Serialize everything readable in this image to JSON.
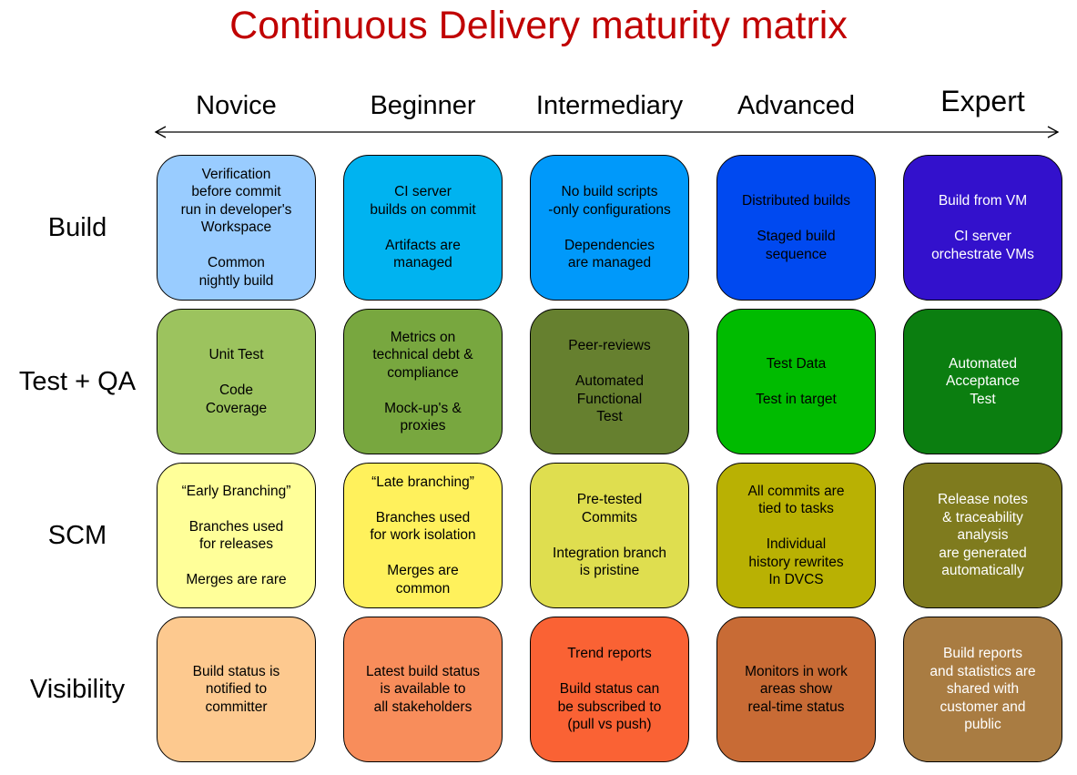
{
  "title": {
    "text": "Continuous Delivery maturity matrix",
    "color": "#C00000"
  },
  "axis": {
    "arrow": "double-headed",
    "color": "#000000"
  },
  "columns": [
    {
      "label": "Novice"
    },
    {
      "label": "Beginner"
    },
    {
      "label": "Intermediary"
    },
    {
      "label": "Advanced"
    },
    {
      "label": "Expert"
    }
  ],
  "rows": [
    {
      "label": "Build",
      "cells": [
        {
          "bg": "#99CCFF",
          "fg": "#000000",
          "lines": [
            "Verification",
            "before commit",
            "run in developer's",
            "Workspace",
            "",
            "Common",
            "nightly build"
          ]
        },
        {
          "bg": "#00B3F0",
          "fg": "#000000",
          "lines": [
            "CI server",
            "builds on commit",
            "",
            "Artifacts are",
            "managed"
          ]
        },
        {
          "bg": "#0099FA",
          "fg": "#000000",
          "lines": [
            "No build scripts",
            "-only configurations",
            "",
            "Dependencies",
            "are managed"
          ]
        },
        {
          "bg": "#0049F0",
          "fg": "#000000",
          "lines": [
            "Distributed builds",
            "",
            "Staged build",
            "sequence"
          ]
        },
        {
          "bg": "#3311CC",
          "fg": "#FFFFFF",
          "lines": [
            "Build from VM",
            "",
            "CI server",
            "orchestrate VMs"
          ]
        }
      ]
    },
    {
      "label": "Test + QA",
      "cells": [
        {
          "bg": "#9CC35E",
          "fg": "#000000",
          "lines": [
            "Unit Test",
            "",
            "Code",
            "Coverage"
          ]
        },
        {
          "bg": "#78A73F",
          "fg": "#000000",
          "lines": [
            "Metrics on",
            "technical debt &",
            "compliance",
            "",
            "Mock-up's &",
            "proxies"
          ]
        },
        {
          "bg": "#66802F",
          "fg": "#000000",
          "lines": [
            "Peer-reviews",
            "",
            "Automated",
            "Functional",
            "Test"
          ]
        },
        {
          "bg": "#00BB00",
          "fg": "#000000",
          "lines": [
            "Test Data",
            "",
            "Test in target"
          ]
        },
        {
          "bg": "#0B7E10",
          "fg": "#FFFFFF",
          "lines": [
            "Automated",
            "Acceptance",
            "Test"
          ]
        }
      ]
    },
    {
      "label": "SCM",
      "cells": [
        {
          "bg": "#FFFF99",
          "fg": "#000000",
          "lines": [
            "“Early Branching”",
            "",
            "Branches used",
            "for releases",
            "",
            "Merges are rare"
          ]
        },
        {
          "bg": "#FFF15C",
          "fg": "#000000",
          "lines": [
            "“Late branching”",
            "",
            "Branches used",
            "for work isolation",
            "",
            "Merges are",
            "common"
          ]
        },
        {
          "bg": "#DFDE4F",
          "fg": "#000000",
          "lines": [
            "Pre-tested",
            "Commits",
            "",
            "Integration branch",
            "is pristine"
          ]
        },
        {
          "bg": "#B9B103",
          "fg": "#000000",
          "lines": [
            "All commits are",
            "tied to tasks",
            "",
            "Individual",
            "history rewrites",
            "In DVCS"
          ]
        },
        {
          "bg": "#7F7B1E",
          "fg": "#FFFFFF",
          "lines": [
            "Release notes",
            "& traceability",
            "analysis",
            "are generated",
            "automatically"
          ]
        }
      ]
    },
    {
      "label": "Visibility",
      "cells": [
        {
          "bg": "#FDC98F",
          "fg": "#000000",
          "lines": [
            "Build status is",
            "notified to",
            "committer"
          ]
        },
        {
          "bg": "#F88D5B",
          "fg": "#000000",
          "lines": [
            "Latest build status",
            "is available to",
            "all stakeholders"
          ]
        },
        {
          "bg": "#FA6234",
          "fg": "#000000",
          "lines": [
            "Trend reports",
            "",
            "Build status can",
            "be subscribed to",
            "(pull vs push)"
          ]
        },
        {
          "bg": "#C86B35",
          "fg": "#000000",
          "lines": [
            "Monitors in work",
            "areas show",
            "real-time status"
          ]
        },
        {
          "bg": "#A97C42",
          "fg": "#FFFFFF",
          "lines": [
            "Build reports",
            "and statistics are",
            "shared with",
            "customer and",
            "public"
          ]
        }
      ]
    }
  ]
}
